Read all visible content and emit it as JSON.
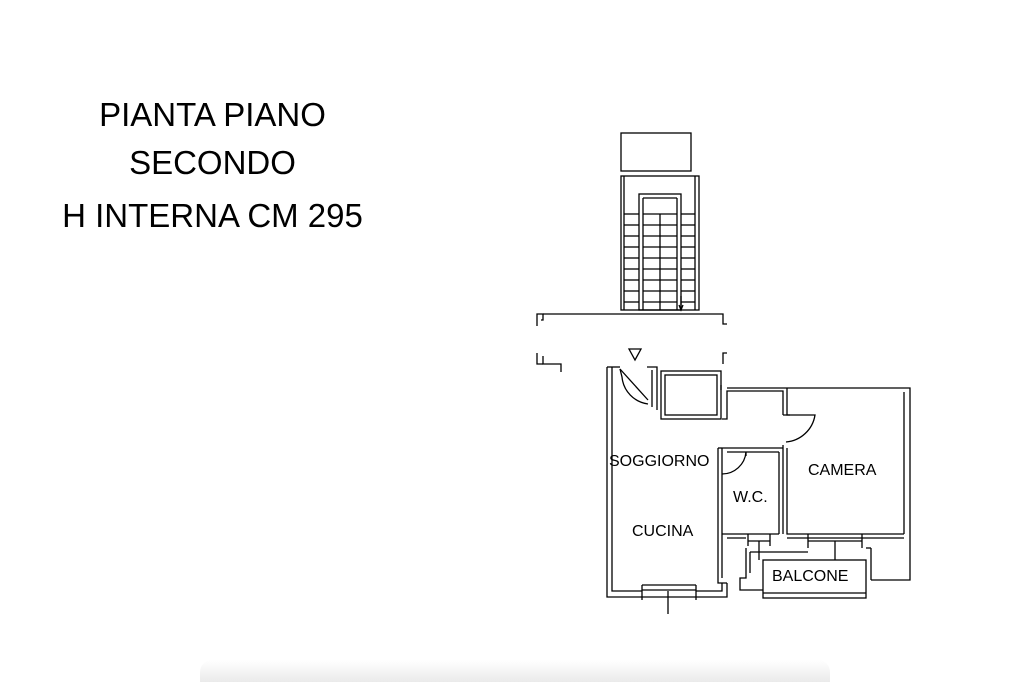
{
  "title": {
    "line1": "PIANTA PIANO",
    "line2": "SECONDO",
    "line3": "H INTERNA CM 295"
  },
  "rooms": {
    "soggiorno": "SOGGIORNO",
    "cucina": "CUCINA",
    "wc": "W.C.",
    "camera": "CAMERA",
    "balcone": "BALCONE"
  }
}
